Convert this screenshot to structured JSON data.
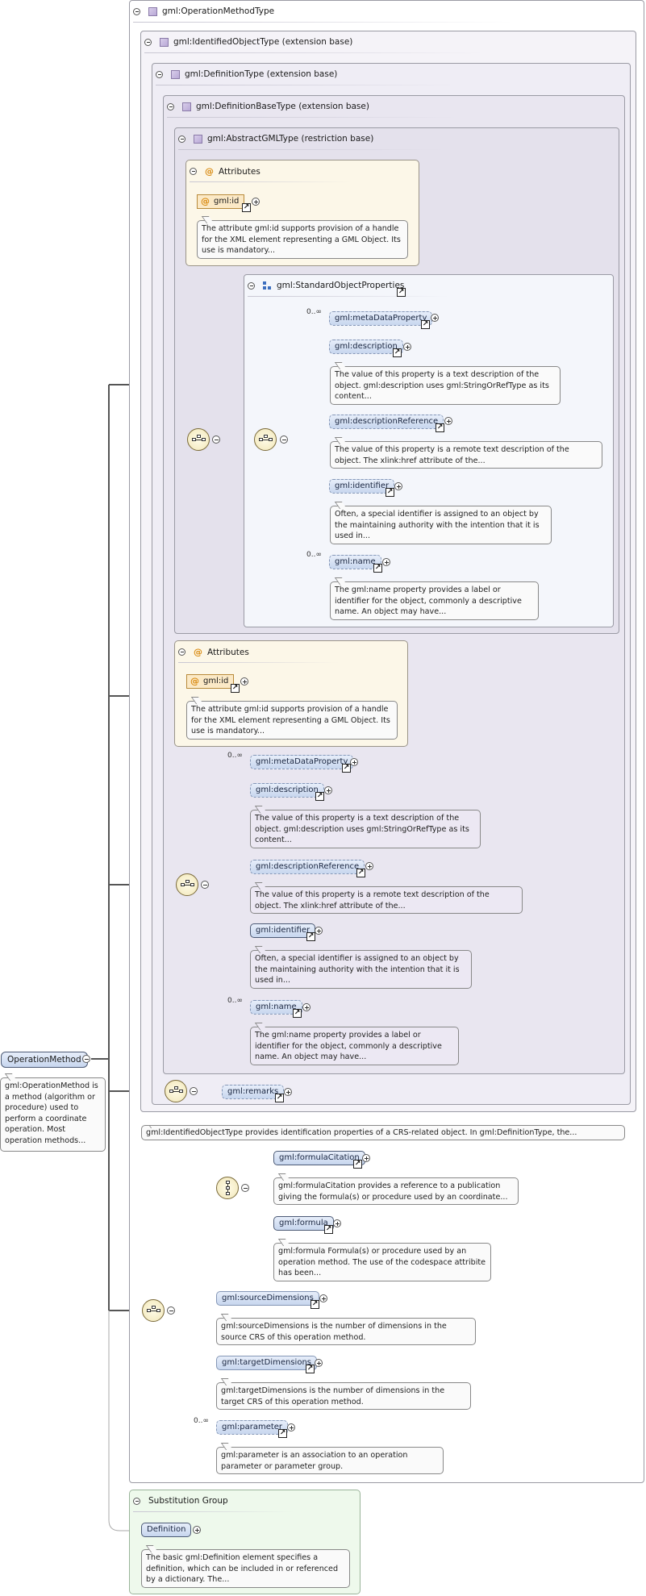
{
  "root": {
    "name": "OperationMethod",
    "doc": "gml:OperationMethod is a method (algorithm or procedure) used to perform a coordinate operation. Most operation methods..."
  },
  "complex_type": {
    "title": "gml:OperationMethodType",
    "identified_title": "gml:IdentifiedObjectType (extension base)",
    "definition_title": "gml:DefinitionType (extension base)",
    "definition_base_title": "gml:DefinitionBaseType (extension base)",
    "abstract_gml_title": "gml:AbstractGMLType (restriction base)",
    "identified_doc": "gml:IdentifiedObjectType provides identification properties of a CRS-related object. In gml:DefinitionType, the..."
  },
  "attributes_inner": {
    "title": "Attributes",
    "attr_name": "gml:id",
    "doc": "The attribute gml:id supports provision of a handle for the XML element representing a GML Object. Its use is mandatory..."
  },
  "standard_object_properties": {
    "title": "gml:StandardObjectProperties",
    "items": [
      {
        "name": "gml:metaDataProperty",
        "occ": "0..∞",
        "doc": ""
      },
      {
        "name": "gml:description",
        "occ": "",
        "doc": "The value of this property is a text description of the object. gml:description uses gml:StringOrRefType as its content..."
      },
      {
        "name": "gml:descriptionReference",
        "occ": "",
        "doc": "The value of this property is a remote text description of the object. The xlink:href attribute of the..."
      },
      {
        "name": "gml:identifier",
        "occ": "",
        "doc": "Often, a special identifier is assigned to an object by the maintaining authority with the intention that it is used in..."
      },
      {
        "name": "gml:name",
        "occ": "0..∞",
        "doc": "The gml:name property provides a label or identifier for the object, commonly a descriptive name. An object may have..."
      }
    ]
  },
  "attributes_outer": {
    "title": "Attributes",
    "attr_name": "gml:id",
    "doc": "The attribute gml:id supports provision of a handle for the XML element representing a GML Object. Its use is mandatory..."
  },
  "definition_base_seq": {
    "items": [
      {
        "name": "gml:metaDataProperty",
        "occ": "0..∞",
        "doc": ""
      },
      {
        "name": "gml:description",
        "occ": "",
        "doc": "The value of this property is a text description of the object. gml:description uses gml:StringOrRefType as its content..."
      },
      {
        "name": "gml:descriptionReference",
        "occ": "",
        "doc": "The value of this property is a remote text description of the object. The xlink:href attribute of the..."
      },
      {
        "name": "gml:identifier",
        "occ": "",
        "doc": "Often, a special identifier is assigned to an object by the maintaining authority with the intention that it is used in..."
      },
      {
        "name": "gml:name",
        "occ": "0..∞",
        "doc": "The gml:name property provides a label or identifier for the object, commonly a descriptive name. An object may have..."
      }
    ]
  },
  "remarks": {
    "name": "gml:remarks"
  },
  "operation_method_seq": {
    "formula_citation": {
      "name": "gml:formulaCitation",
      "doc": "gml:formulaCitation provides a reference to a publication giving the formula(s) or procedure used by an coordinate..."
    },
    "formula": {
      "name": "gml:formula",
      "doc": "gml:formula Formula(s) or procedure used by an operation method. The use of the codespace attribite has been..."
    },
    "source_dimensions": {
      "name": "gml:sourceDimensions",
      "doc": "gml:sourceDimensions is the number of dimensions in the source CRS of this operation method."
    },
    "target_dimensions": {
      "name": "gml:targetDimensions",
      "doc": "gml:targetDimensions is the number of dimensions in the target CRS of this operation method."
    },
    "parameter": {
      "name": "gml:parameter",
      "occ": "0..∞",
      "doc": "gml:parameter is an association to an operation parameter or parameter group."
    }
  },
  "substitution_group": {
    "title": "Substitution Group",
    "element": "Definition",
    "doc": "The basic gml:Definition element specifies a definition, which can be included in or referenced by a dictionary. The..."
  },
  "icons": {
    "collapse": "collapse-icon",
    "complex_type": "complex-type-icon",
    "attribute": "attribute-icon",
    "group": "group-icon",
    "sequence": "sequence-compositor-icon",
    "choice": "choice-compositor-icon",
    "jump": "jump-to-definition-icon",
    "expand": "expand-plus-icon"
  },
  "colors": {
    "element_fill": "#c7d6ee",
    "attribute_fill": "#fbe9c6",
    "attributes_panel": "#fcf7e8",
    "substitution_panel": "#eef9ec"
  }
}
